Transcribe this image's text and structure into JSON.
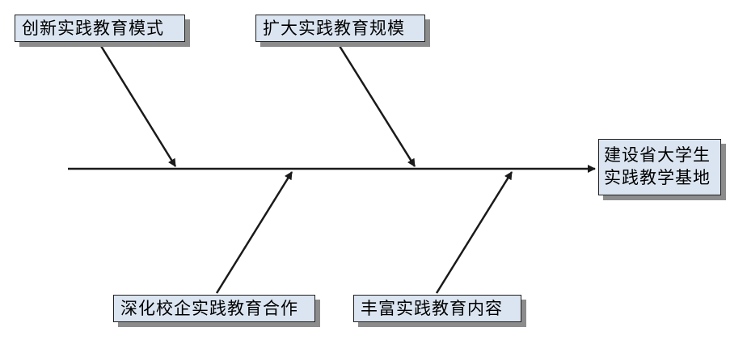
{
  "diagram": {
    "type": "fishbone",
    "goal": {
      "line1": "建设省大学生",
      "line2": "实践教学基地"
    },
    "causes": {
      "top_left": "创新实践教育模式",
      "top_mid": "扩大实践教育规模",
      "bottom_left": "深化校企实践教育合作",
      "bottom_mid": "丰富实践教育内容"
    },
    "colors": {
      "box_fill": "#dbe5f1",
      "line": "#1a1a1a",
      "shadow": "#8c8c8c"
    }
  }
}
